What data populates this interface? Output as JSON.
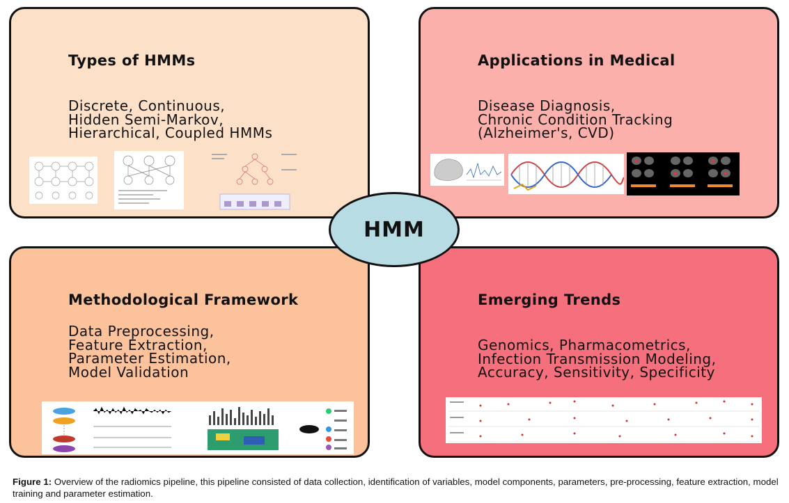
{
  "hub": {
    "label": "HMM"
  },
  "panels": {
    "types": {
      "title": "Types of HMMs",
      "lines": [
        "Discrete, Continuous,",
        "Hidden Semi-Markov,",
        "Hierarchical, Coupled HMMs"
      ]
    },
    "applications": {
      "title": "Applications in Medical",
      "lines": [
        "Disease Diagnosis,",
        "Chronic Condition Tracking",
        "(Alzheimer's, CVD)"
      ]
    },
    "method": {
      "title": "Methodological Framework",
      "lines": [
        "Data Preprocessing,",
        "Feature Extraction,",
        "Parameter Estimation,",
        "Model Validation"
      ]
    },
    "trends": {
      "title": "Emerging Trends",
      "lines": [
        "Genomics, Pharmacometrics,",
        "Infection Transmission Modeling,",
        "Accuracy, Sensitivity, Specificity"
      ]
    }
  },
  "caption": {
    "label": "Figure 1:",
    "text": " Overview of the radiomics pipeline, this pipeline consisted of data collection, identification of variables, model components, parameters, pre-processing, feature extraction, model training and parameter estimation."
  },
  "colors": {
    "types_bg": "#fde0c8",
    "applications_bg": "#fcb0ac",
    "method_bg": "#fbc29c",
    "trends_bg": "#f66f7c",
    "hub_bg": "#b7dce3"
  }
}
